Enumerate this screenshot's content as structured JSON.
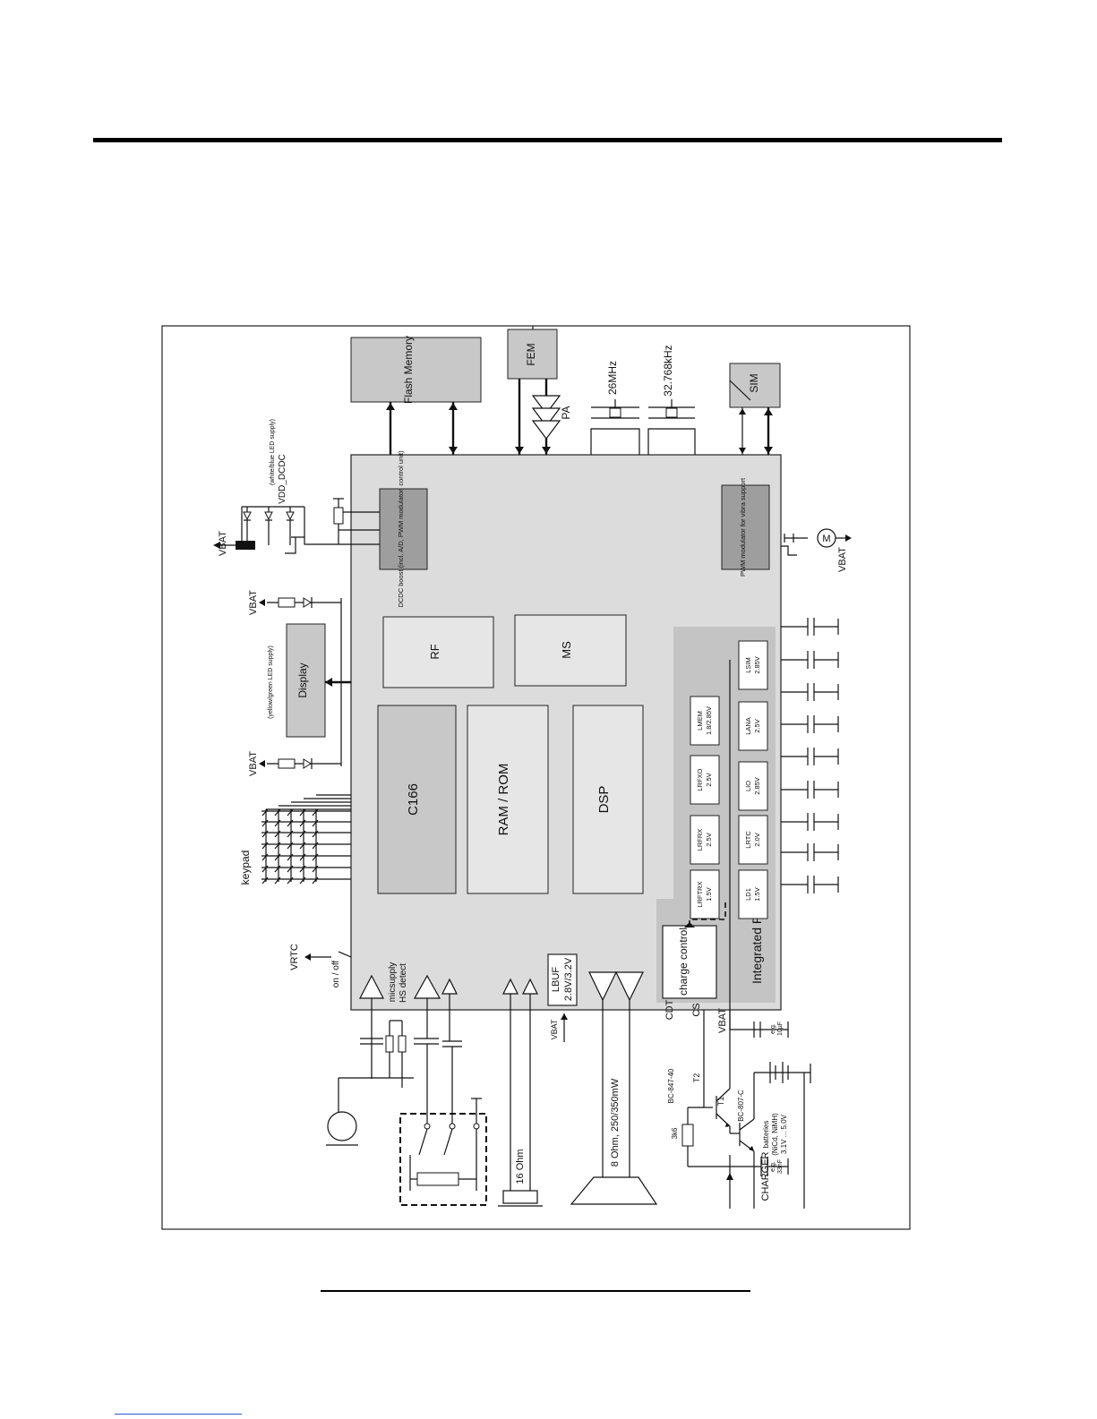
{
  "labels": {
    "flash": "Flash Memory",
    "fem": "FEM",
    "pa": "PA",
    "xtal_26": "26MHz",
    "xtal_32": "32.768kHz",
    "sim": "SIM",
    "vdd_dcdc": "VDD_DCDC",
    "vdd_dcdc_note": "(white/blue LED supply)",
    "dcdc_block": "DCDC boost (incl. A/D, PWM modulator, control unit)",
    "vbat": "VBAT",
    "display": "Display",
    "display_note": "(yellow/green LED supply)",
    "keypad": "keypad",
    "vrtc": "VRTC",
    "on_off": "on / off",
    "mic_supply": "micsupply",
    "hs_detect": "HS detect",
    "rf": "RF",
    "ms": "MS",
    "c166": "C166",
    "ram_rom": "RAM / ROM",
    "dsp": "DSP",
    "pwm_vibra": "PWM modulator for vibra support",
    "motor": "M",
    "lbuf": "LBUF",
    "lbuf_v": "2.8V/3.2V",
    "charge_control": "charge control",
    "integrated_pmu": "Integrated PMU",
    "cdt": "CDT",
    "cs": "CS",
    "ohm16": "16 Ohm",
    "speaker": "8 Ohm, 250/350mW",
    "charger": "CHARGER",
    "t1": "T1",
    "t2": "T2",
    "bc847": "BC-847-40",
    "bc807": "BC-807-C",
    "r3k6": "3k6",
    "batteries": "batteries",
    "batteries_type": "(NiCd, NiMH)",
    "batteries_range": "3.1V ... 5.0V",
    "cap1": "e.g.",
    "cap1v": "10µF",
    "cap2": "e.g.",
    "cap2v": "33nF"
  },
  "regulators": [
    {
      "name": "LMEM",
      "voltage": "1.8/2.85V"
    },
    {
      "name": "LRFXO",
      "voltage": "2.5V"
    },
    {
      "name": "LRFRX",
      "voltage": "2.5V"
    },
    {
      "name": "LRFTRX",
      "voltage": "1.5V"
    },
    {
      "name": "LSIM",
      "voltage": "2.85V"
    },
    {
      "name": "LANA",
      "voltage": "2.5V"
    },
    {
      "name": "LIO",
      "voltage": "2.85V"
    },
    {
      "name": "LRTC",
      "voltage": "2.0V"
    },
    {
      "name": "LD1",
      "voltage": "1.5V"
    }
  ]
}
